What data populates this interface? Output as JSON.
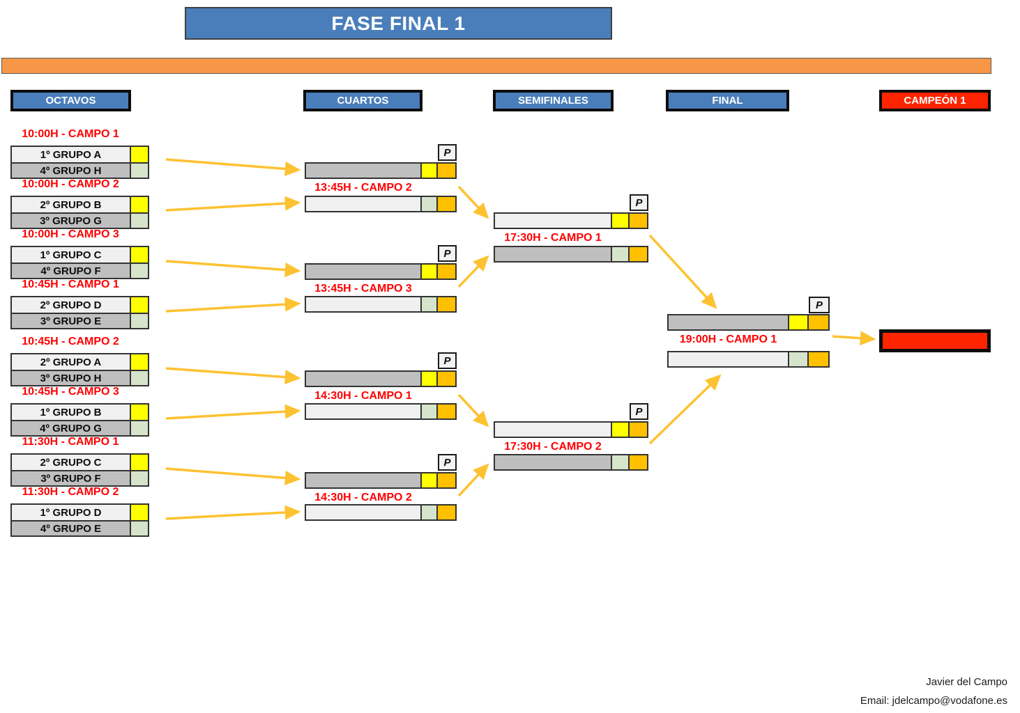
{
  "title": "FASE FINAL 1",
  "p_label": "P",
  "columns": {
    "octavos": "OCTAVOS",
    "cuartos": "CUARTOS",
    "semifinales": "SEMIFINALES",
    "final": "FINAL",
    "campeon": "CAMPEÓN 1"
  },
  "octavos": [
    {
      "time": "10:00H - CAMPO 1",
      "home": "1º GRUPO A",
      "away": "4º GRUPO H"
    },
    {
      "time": "10:00H - CAMPO 2",
      "home": "2º GRUPO B",
      "away": "3º GRUPO G"
    },
    {
      "time": "10:00H - CAMPO 3",
      "home": "1º GRUPO C",
      "away": "4º GRUPO F"
    },
    {
      "time": "10:45H - CAMPO 1",
      "home": "2º GRUPO D",
      "away": "3º GRUPO E"
    },
    {
      "time": "10:45H - CAMPO 2",
      "home": "2º GRUPO A",
      "away": "3º GRUPO H"
    },
    {
      "time": "10:45H - CAMPO 3",
      "home": "1º GRUPO B",
      "away": "4º GRUPO G"
    },
    {
      "time": "11:30H - CAMPO 1",
      "home": "2º GRUPO C",
      "away": "3º GRUPO F"
    },
    {
      "time": "11:30H - CAMPO 2",
      "home": "1º GRUPO D",
      "away": "4º GRUPO E"
    }
  ],
  "cuartos": [
    {
      "time": "13:45H - CAMPO 2"
    },
    {
      "time": "13:45H - CAMPO 3"
    },
    {
      "time": "14:30H - CAMPO 1"
    },
    {
      "time": "14:30H - CAMPO 2"
    }
  ],
  "semifinales": [
    {
      "time": "17:30H - CAMPO 1"
    },
    {
      "time": "17:30H - CAMPO 2"
    }
  ],
  "final": {
    "time": "19:00H - CAMPO 1"
  },
  "footer": {
    "line1": "Javier del Campo",
    "line2": "Email: jdelcampo@vodafone.es"
  },
  "colors": {
    "header_blue": "#4A7EBB",
    "banner_orange": "#F79646",
    "champion_red": "#FF2400",
    "time_red": "#FF0000",
    "win_yellow": "#FFFF00",
    "lose_green": "#D7E4CC",
    "penalty_orange": "#FFC000",
    "arrow_yellow": "#FDC232",
    "row_dark_gray": "#BFBFBF",
    "row_light_gray": "#F0F0F0"
  }
}
